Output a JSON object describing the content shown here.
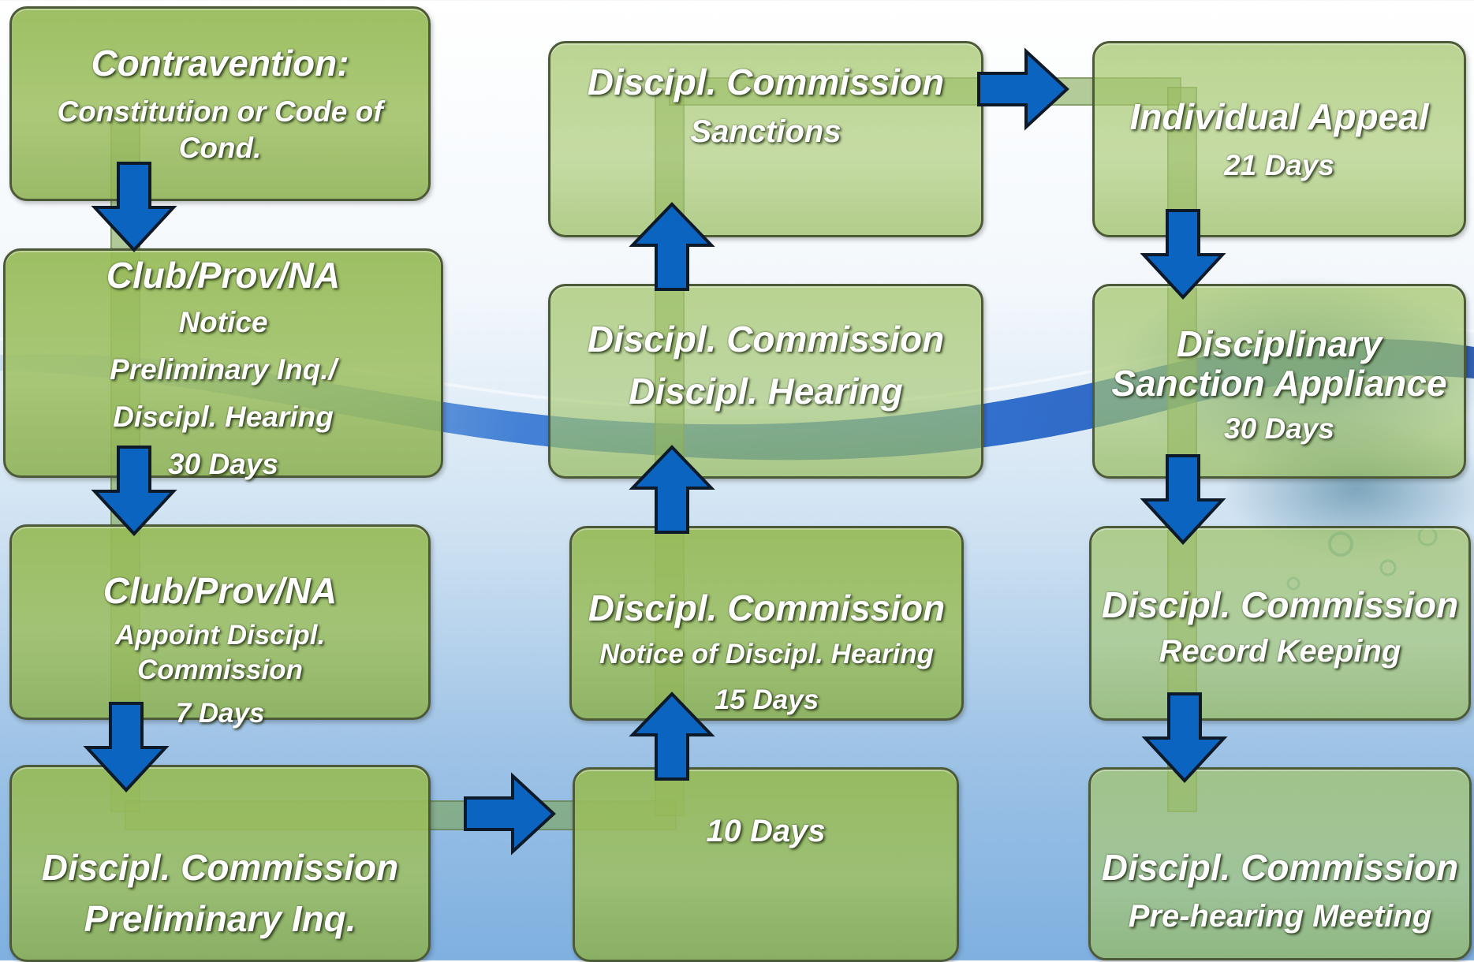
{
  "colors": {
    "box_green": "#96ba56",
    "box_border": "#4d5a38",
    "arrow_blue": "#0a64c0",
    "arrow_outline": "#0d1a2a",
    "text": "#ffffff"
  },
  "column_left": {
    "box1": {
      "title": "Contravention:",
      "line1": "Constitution or Code of",
      "line2": "Cond."
    },
    "box2": {
      "title": "Club/Prov/NA",
      "line1": "Notice",
      "line2": "Preliminary Inq./",
      "line3": "Discipl. Hearing",
      "line4": "30 Days"
    },
    "box3": {
      "title": "Club/Prov/NA",
      "line1": "Appoint Discipl.",
      "line2": "Commission",
      "line3": "7 Days"
    },
    "box4": {
      "title": "Discipl. Commission",
      "line1": "Preliminary Inq."
    }
  },
  "column_middle": {
    "box1": {
      "title": "Discipl. Commission",
      "line1": "Sanctions"
    },
    "box2": {
      "title": "Discipl. Commission",
      "line1": "Discipl. Hearing"
    },
    "box3": {
      "title": "Discipl. Commission",
      "line1": "Notice of Discipl. Hearing",
      "line2": "15 Days"
    },
    "box4": {
      "line1": "10 Days"
    }
  },
  "column_right": {
    "box1": {
      "title": "Individual Appeal",
      "line1": "21 Days"
    },
    "box2": {
      "title": "Disciplinary",
      "line1": "Sanction Appliance",
      "line2": "30 Days"
    },
    "box3": {
      "title": "Discipl. Commission",
      "line1": "Record Keeping"
    },
    "box4": {
      "title": "Discipl. Commission",
      "line1": "Pre-hearing Meeting"
    }
  },
  "arrows": [
    {
      "name": "arrow-left-1-to-2",
      "direction": "down"
    },
    {
      "name": "arrow-left-2-to-3",
      "direction": "down"
    },
    {
      "name": "arrow-left-3-to-4",
      "direction": "down"
    },
    {
      "name": "arrow-left-to-middle",
      "direction": "right"
    },
    {
      "name": "arrow-middle-4-to-3",
      "direction": "up"
    },
    {
      "name": "arrow-middle-3-to-2",
      "direction": "up"
    },
    {
      "name": "arrow-middle-2-to-1",
      "direction": "up"
    },
    {
      "name": "arrow-middle-to-right",
      "direction": "right"
    },
    {
      "name": "arrow-right-1-to-2",
      "direction": "down"
    },
    {
      "name": "arrow-right-2-to-3",
      "direction": "down"
    },
    {
      "name": "arrow-right-3-to-4",
      "direction": "down"
    }
  ]
}
